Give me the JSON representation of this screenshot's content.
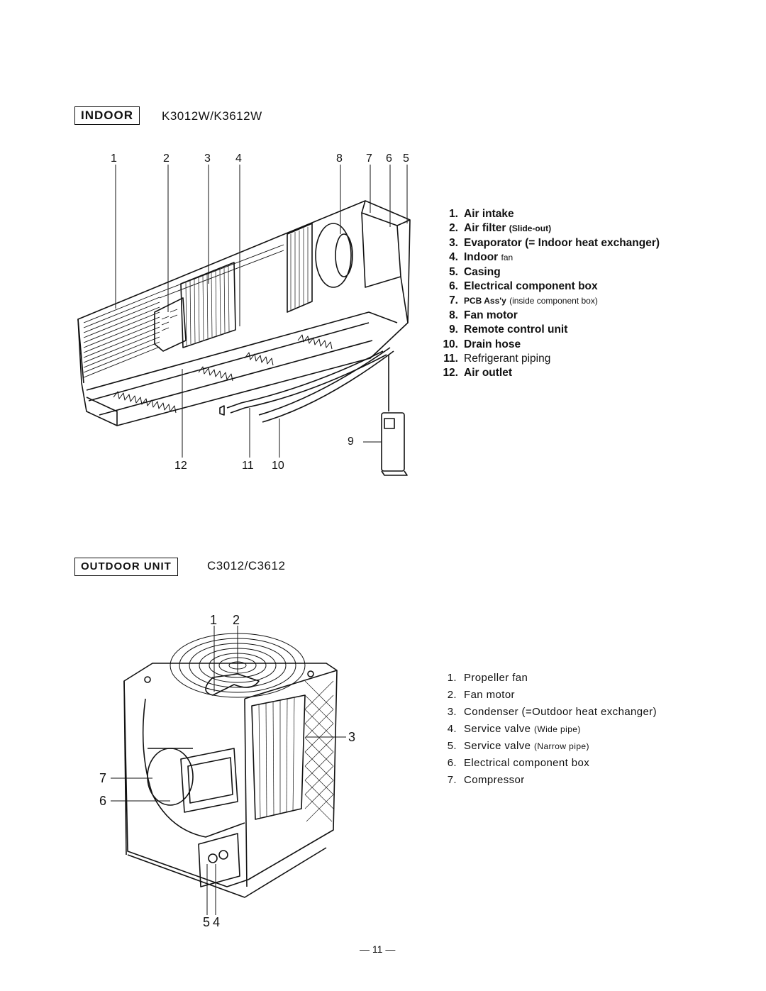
{
  "indoor": {
    "section_label": "INDOOR",
    "model": "K3012W/K3612W",
    "callouts": [
      "1",
      "2",
      "3",
      "4",
      "8",
      "7",
      "6",
      "5",
      "12",
      "11",
      "10",
      "9"
    ],
    "legend": [
      {
        "num": "1.",
        "text": "Air intake"
      },
      {
        "num": "2.",
        "text": "Air filter",
        "note": "(Slide-out)"
      },
      {
        "num": "3.",
        "text": "Evaporator (= Indoor heat exchanger)"
      },
      {
        "num": "4.",
        "text": "Indoor",
        "note": "fan"
      },
      {
        "num": "5.",
        "text": "Casing"
      },
      {
        "num": "6.",
        "text": "Electrical component box"
      },
      {
        "num": "7.",
        "text": "PCB Ass'y",
        "note": "(inside component box)"
      },
      {
        "num": "8.",
        "text": "Fan motor"
      },
      {
        "num": "9.",
        "text": "Remote control unit"
      },
      {
        "num": "10.",
        "text": "Drain hose"
      },
      {
        "num": "11.",
        "text": "Refrigerant piping"
      },
      {
        "num": "12.",
        "text": "Air outlet"
      }
    ]
  },
  "outdoor": {
    "section_label": "OUTDOOR UNIT",
    "model": "C3012/C3612",
    "callouts": [
      "1",
      "2",
      "3",
      "7",
      "6",
      "5",
      "4"
    ],
    "legend": [
      {
        "num": "1.",
        "text": "Propeller fan"
      },
      {
        "num": "2.",
        "text": "Fan motor"
      },
      {
        "num": "3.",
        "text": "Condenser (=Outdoor heat exchanger)"
      },
      {
        "num": "4.",
        "text": "Service valve",
        "note": "(Wide pipe)"
      },
      {
        "num": "5.",
        "text": "Service valve",
        "note": "(Narrow pipe)"
      },
      {
        "num": "6.",
        "text": "Electrical component box"
      },
      {
        "num": "7.",
        "text": "Compressor"
      }
    ]
  },
  "page_number": "— 11 —"
}
